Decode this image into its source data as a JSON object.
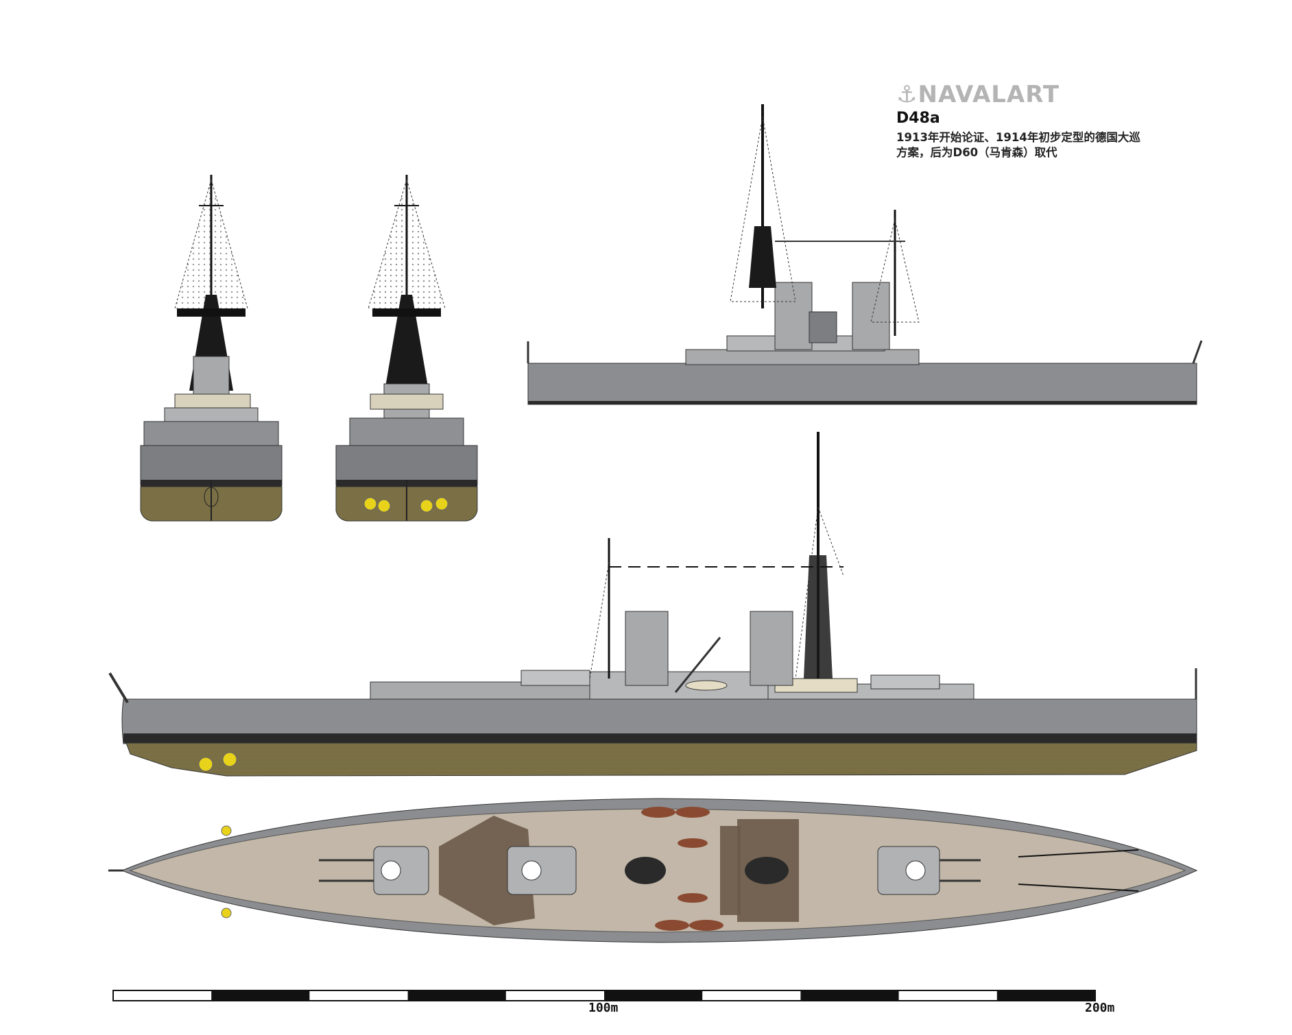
{
  "header": {
    "logo_icon": "anchor-icon",
    "logo_text": "NAVALART",
    "designation": "D48a",
    "description": "1913年开始论证、1914年初步定型的德国大巡方案，后为D60（马肯森）取代"
  },
  "scale_bar": {
    "labels": [
      "100m",
      "200m"
    ],
    "segment_count": 10
  },
  "colors": {
    "hull_gray": "#8b8d90",
    "hull_dark": "#5f6164",
    "waterline_black": "#2a2a2a",
    "underwater_olive": "#7a6f45",
    "deck_tan": "#c2b7a8",
    "superstructure_light": "#b6b8ba",
    "cream": "#e4dcc4",
    "propeller_yellow": "#e8d21a",
    "boat_brown": "#8a4a32",
    "logo_gray": "#b4b4b4"
  }
}
